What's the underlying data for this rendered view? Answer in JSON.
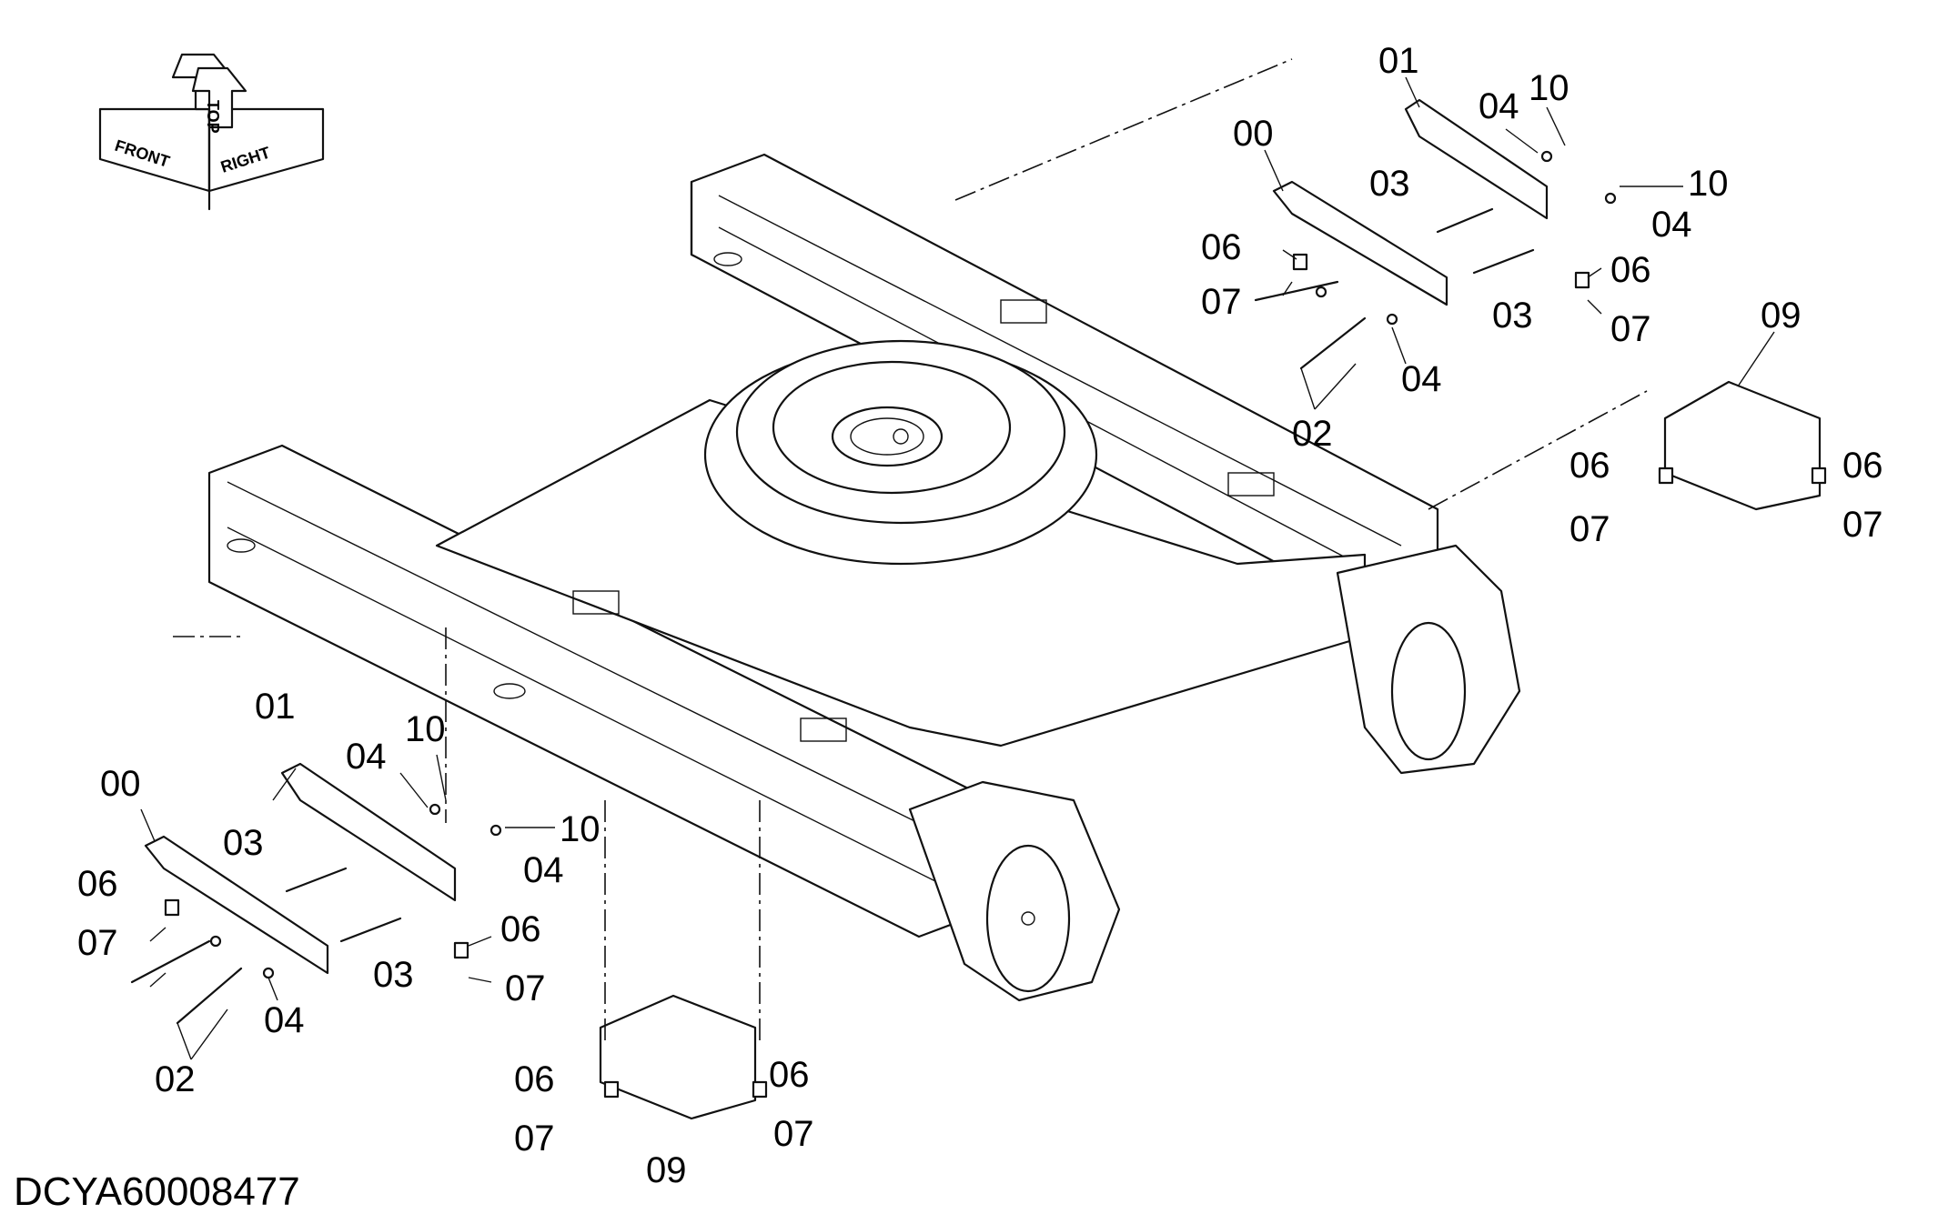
{
  "drawing_code": "DCYA60008477",
  "orientation": {
    "front": "FRONT",
    "top": "TOP",
    "right": "RIGHT"
  },
  "callouts": {
    "right_guard": {
      "p01": "01",
      "p00": "00",
      "p04a": "04",
      "p10a": "10",
      "p10b": "10",
      "p04b": "04",
      "p03a": "03",
      "p03b": "03",
      "p06a": "06",
      "p07a": "07",
      "p06b": "06",
      "p07b": "07",
      "p04c": "04",
      "p02": "02"
    },
    "right_support": {
      "p09": "09",
      "p06a": "06",
      "p06b": "06",
      "p07a": "07",
      "p07b": "07"
    },
    "left_guard": {
      "p01": "01",
      "p00": "00",
      "p04a": "04",
      "p10a": "10",
      "p10b": "10",
      "p04b": "04",
      "p03a": "03",
      "p03b": "03",
      "p06a": "06",
      "p07a": "07",
      "p06b": "06",
      "p07b": "07",
      "p04c": "04",
      "p02": "02"
    },
    "left_support": {
      "p06a": "06",
      "p06b": "06",
      "p07a": "07",
      "p07b": "07",
      "p09": "09"
    }
  }
}
